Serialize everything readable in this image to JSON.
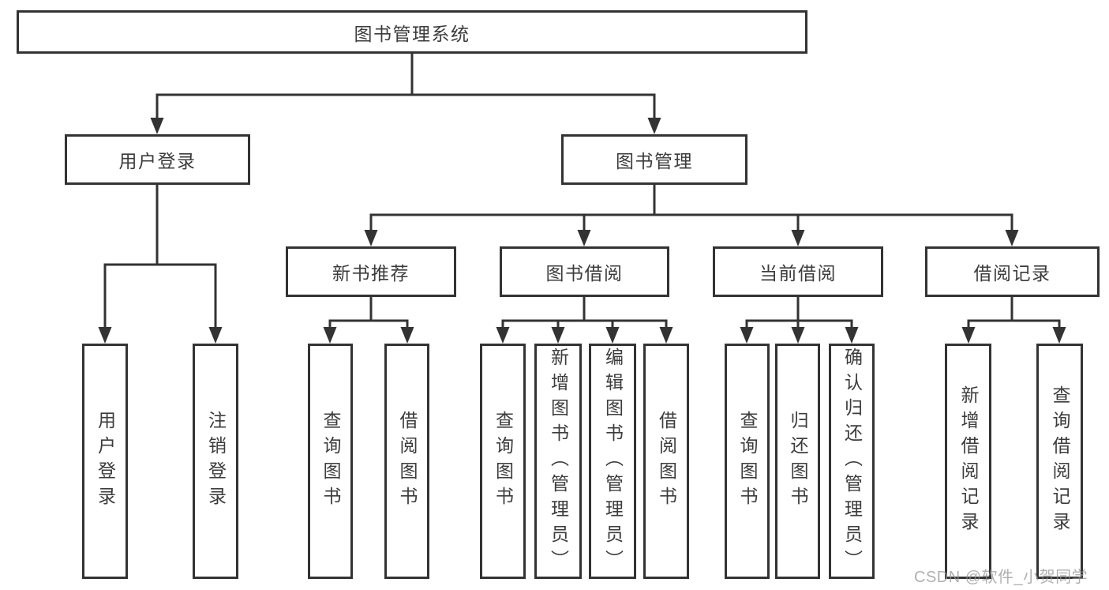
{
  "page": {
    "background_color": "#ffffff",
    "line_color": "#333333",
    "text_color": "#3c3c3c",
    "watermark": "CSDN @软件_小贺同学",
    "watermark_color": "#969696"
  },
  "tree": {
    "root": "图书管理系统",
    "user_login": "用户登录",
    "book_mgmt": "图书管理",
    "login_children": [
      "用户登录",
      "注销登录"
    ],
    "sections": [
      {
        "label": "新书推荐",
        "children": [
          "查询图书",
          "借阅图书"
        ]
      },
      {
        "label": "图书借阅",
        "children": [
          "查询图书",
          "新增图书（管理员）",
          "编辑图书（管理员）",
          "借阅图书"
        ]
      },
      {
        "label": "当前借阅",
        "children": [
          "查询图书",
          "归还图书",
          "确认归还（管理员）"
        ]
      },
      {
        "label": "借阅记录",
        "children": [
          "新增借阅记录",
          "查询借阅记录"
        ]
      }
    ]
  }
}
